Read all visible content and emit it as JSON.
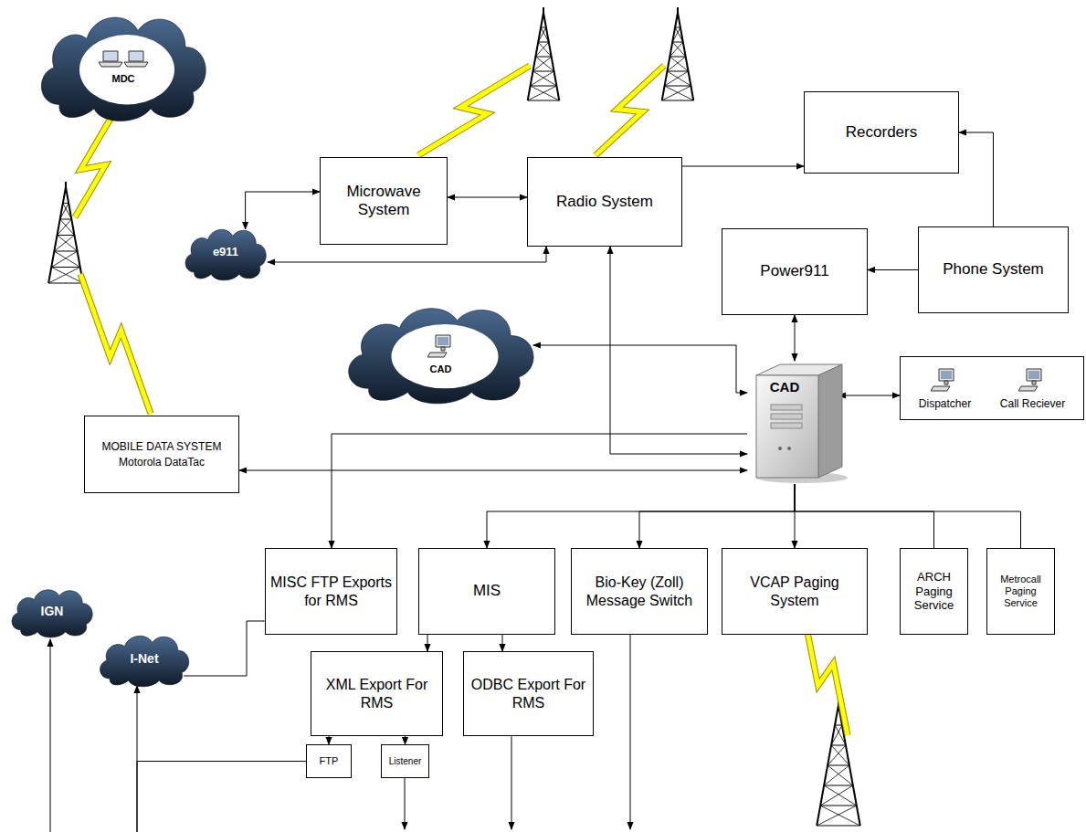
{
  "diagram": {
    "nodes": [
      {
        "text": [
          "MDC"
        ]
      },
      {
        "text": [
          "Microwave System"
        ]
      },
      {
        "text": [
          "Radio System"
        ]
      },
      {
        "text": [
          "Recorders"
        ]
      },
      {
        "text": [
          "e911"
        ]
      },
      {
        "text": [
          "Power911"
        ]
      },
      {
        "text": [
          "Phone System"
        ]
      },
      {
        "text": [
          "CAD"
        ]
      },
      {
        "text": [
          "CAD"
        ]
      },
      {
        "text": [
          "Dispatcher",
          "Call Reciever"
        ]
      },
      {
        "text": [
          "MOBILE DATA SYSTEM",
          "Motorola DataTac"
        ]
      },
      {
        "text": [
          "MISC FTP Exports for RMS"
        ]
      },
      {
        "text": [
          "MIS"
        ]
      },
      {
        "text": [
          "Bio-Key (Zoll) Message Switch"
        ]
      },
      {
        "text": [
          "VCAP Paging System"
        ]
      },
      {
        "text": [
          "ARCH Paging Service"
        ]
      },
      {
        "text": [
          "Metrocall Paging Service"
        ]
      },
      {
        "text": [
          "IGN"
        ]
      },
      {
        "text": [
          "I-Net"
        ]
      },
      {
        "text": [
          "XML Export For RMS"
        ]
      },
      {
        "text": [
          "ODBC Export For RMS"
        ]
      },
      {
        "text": [
          "FTP"
        ]
      },
      {
        "text": [
          "Listener"
        ]
      }
    ],
    "edges": [
      {
        "from": 1,
        "to": 2,
        "arrow": "both"
      },
      {
        "from": 4,
        "to": 1,
        "arrow": "both"
      },
      {
        "from": 2,
        "to": 4,
        "arrow": "both"
      },
      {
        "from": 2,
        "to": 3,
        "arrow": "to"
      },
      {
        "from": 6,
        "to": 3,
        "arrow": "to"
      },
      {
        "from": 6,
        "to": 5,
        "arrow": "to"
      },
      {
        "from": 5,
        "to": 8,
        "arrow": "both"
      },
      {
        "from": 8,
        "to": 7,
        "arrow": "both"
      },
      {
        "from": 2,
        "to": 8,
        "arrow": "both"
      },
      {
        "from": 8,
        "to": 9,
        "arrow": "both"
      },
      {
        "from": 10,
        "to": 8,
        "arrow": "both"
      },
      {
        "from": 8,
        "to": 11,
        "arrow": "to"
      },
      {
        "from": 8,
        "to": 12,
        "arrow": "to"
      },
      {
        "from": 8,
        "to": 13,
        "arrow": "to"
      },
      {
        "from": 8,
        "to": 14,
        "arrow": "to"
      },
      {
        "from": 8,
        "to": 15,
        "arrow": "none"
      },
      {
        "from": 8,
        "to": 16,
        "arrow": "none"
      },
      {
        "from": 11,
        "to": 18,
        "arrow": "none"
      },
      {
        "from": 12,
        "to": 19,
        "arrow": "to"
      },
      {
        "from": 12,
        "to": 20,
        "arrow": "to"
      },
      {
        "from": 19,
        "to": 21,
        "arrow": "to"
      },
      {
        "from": 19,
        "to": 22,
        "arrow": "to"
      },
      {
        "from": 21,
        "to": 18,
        "arrow": "to"
      }
    ]
  }
}
